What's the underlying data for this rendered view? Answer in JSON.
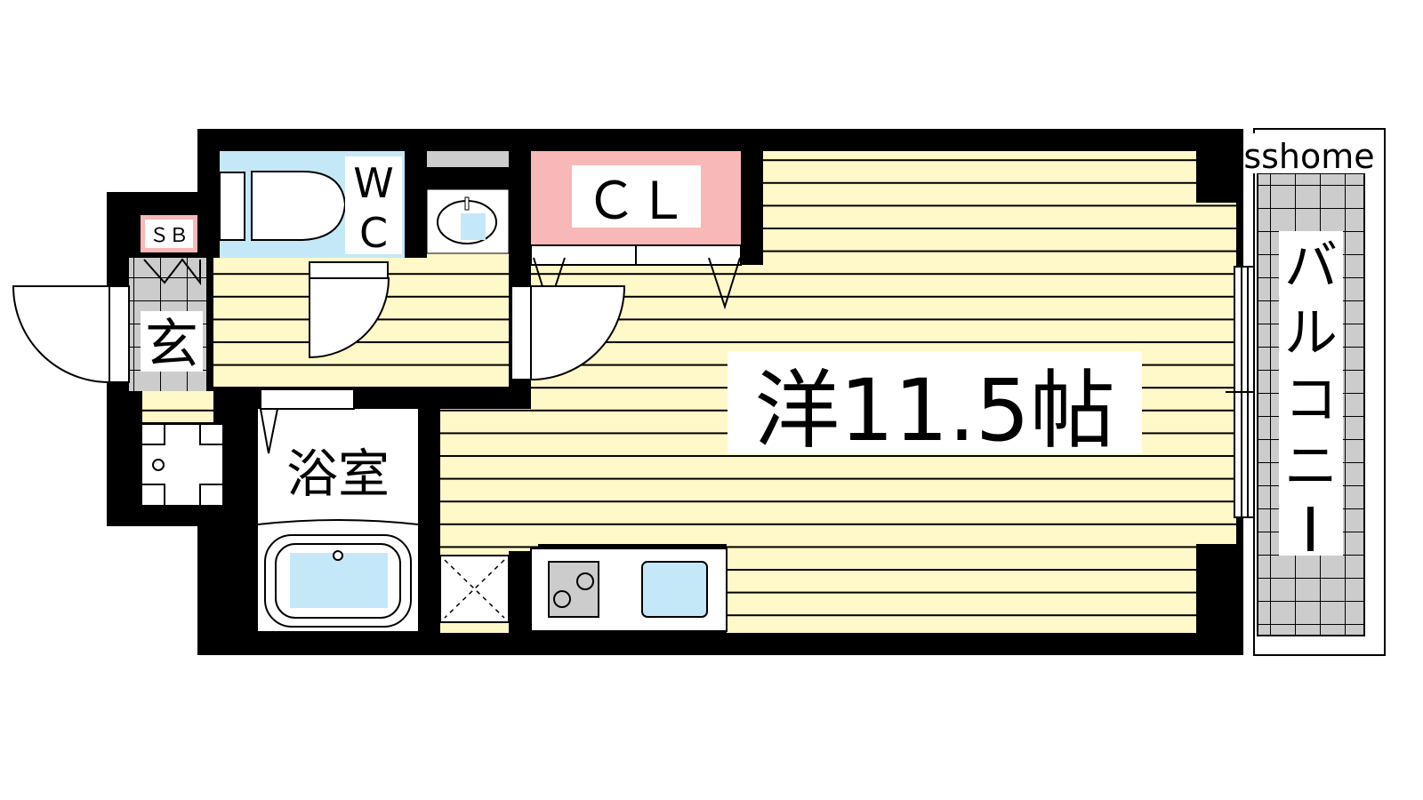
{
  "floor_plan": {
    "main_room": "洋11.5帖",
    "closet": "ＣＬ",
    "toilet": [
      "W",
      "C"
    ],
    "bathroom": "浴室",
    "entrance": "玄",
    "shoe_box": "ＳＢ",
    "balcony": [
      "バ",
      "ル",
      "コ",
      "ニ",
      "ー"
    ],
    "watermark": "sshome"
  },
  "colors": {
    "floor": "#fff8c8",
    "water_area": "#c4e8f8",
    "closet": "#f8b8b8",
    "tile": "#cccccc",
    "wall": "#000000"
  }
}
